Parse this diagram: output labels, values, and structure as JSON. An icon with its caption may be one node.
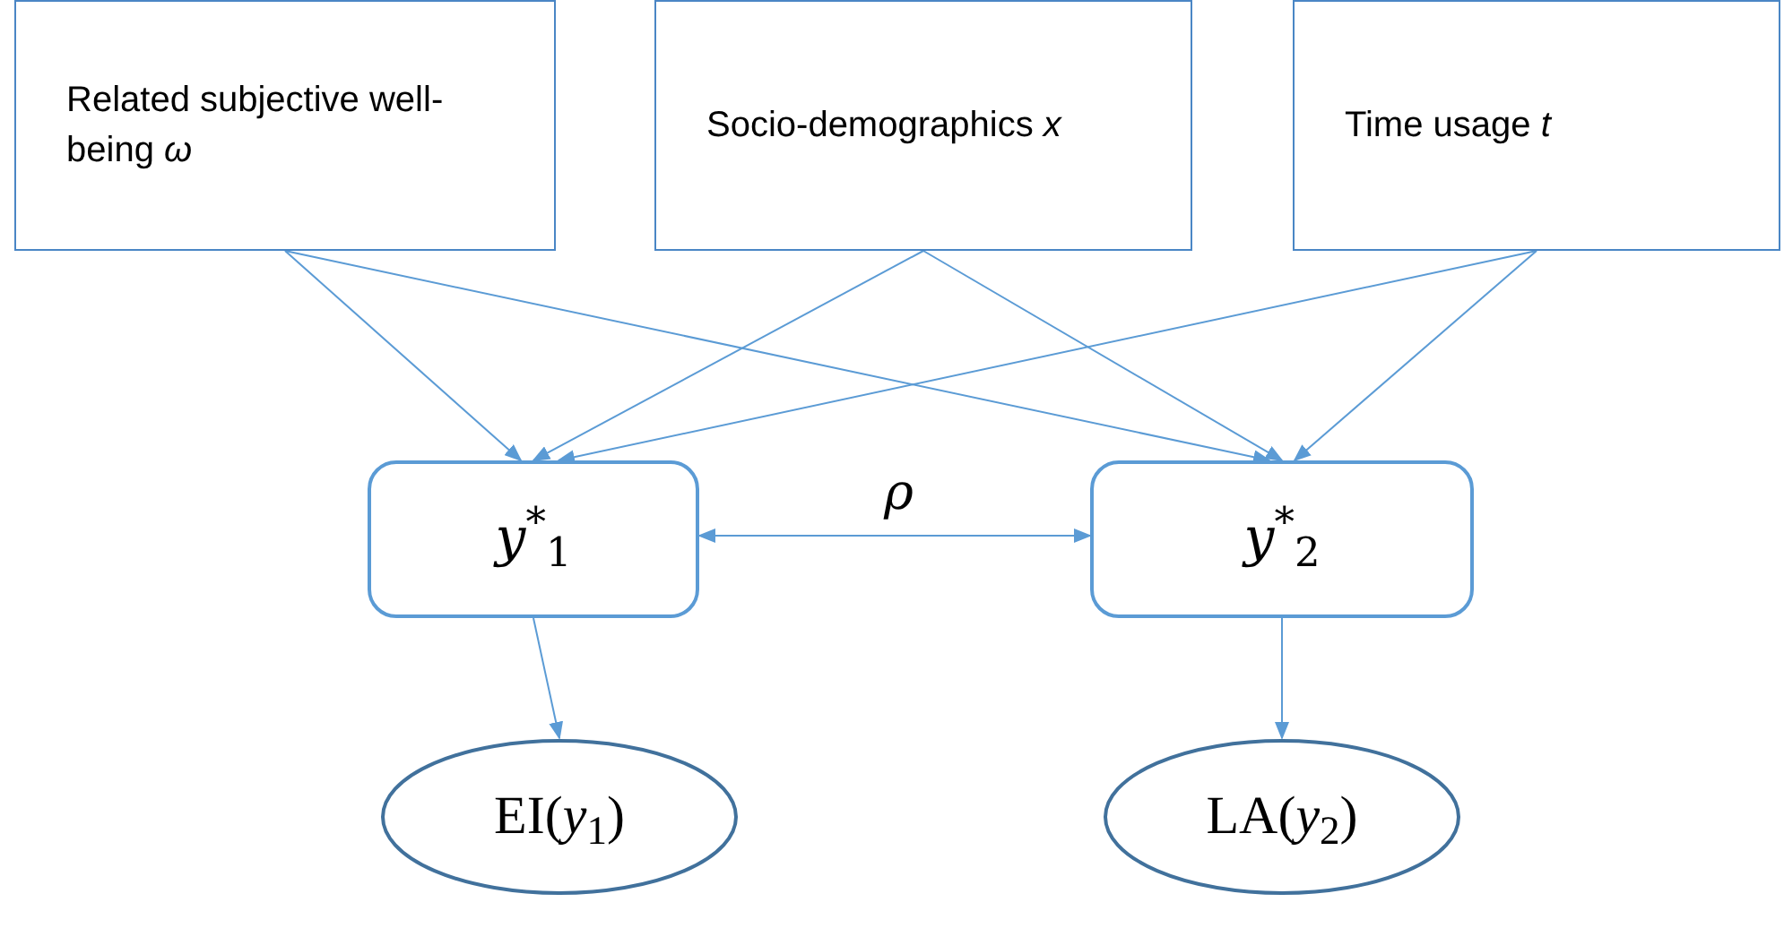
{
  "diagram": {
    "nodes": [
      {
        "text": [
          "Related subjective well-being *ω*"
        ]
      },
      {
        "text": [
          "Socio-demographics *x*"
        ]
      },
      {
        "text": [
          "Time usage *t*"
        ]
      },
      {
        "text": [
          "*y*$^{*}$$_{1}$"
        ]
      },
      {
        "text": [
          "*y*$^{*}$$_{2}$"
        ]
      },
      {
        "text": [
          "EI(*y*$_{1}$)"
        ]
      },
      {
        "text": [
          "LA(*y*$_{2}$)"
        ]
      }
    ],
    "edges": [
      {
        "from": 0,
        "to": 3,
        "arrow": "to"
      },
      {
        "from": 0,
        "to": 4,
        "arrow": "to"
      },
      {
        "from": 1,
        "to": 3,
        "arrow": "to"
      },
      {
        "from": 1,
        "to": 4,
        "arrow": "to"
      },
      {
        "from": 2,
        "to": 3,
        "arrow": "to"
      },
      {
        "from": 2,
        "to": 4,
        "arrow": "to"
      },
      {
        "from": 3,
        "to": 4,
        "arrow": "both",
        "label": "ρ"
      },
      {
        "from": 3,
        "to": 5,
        "arrow": "to"
      },
      {
        "from": 4,
        "to": 6,
        "arrow": "to"
      }
    ]
  }
}
